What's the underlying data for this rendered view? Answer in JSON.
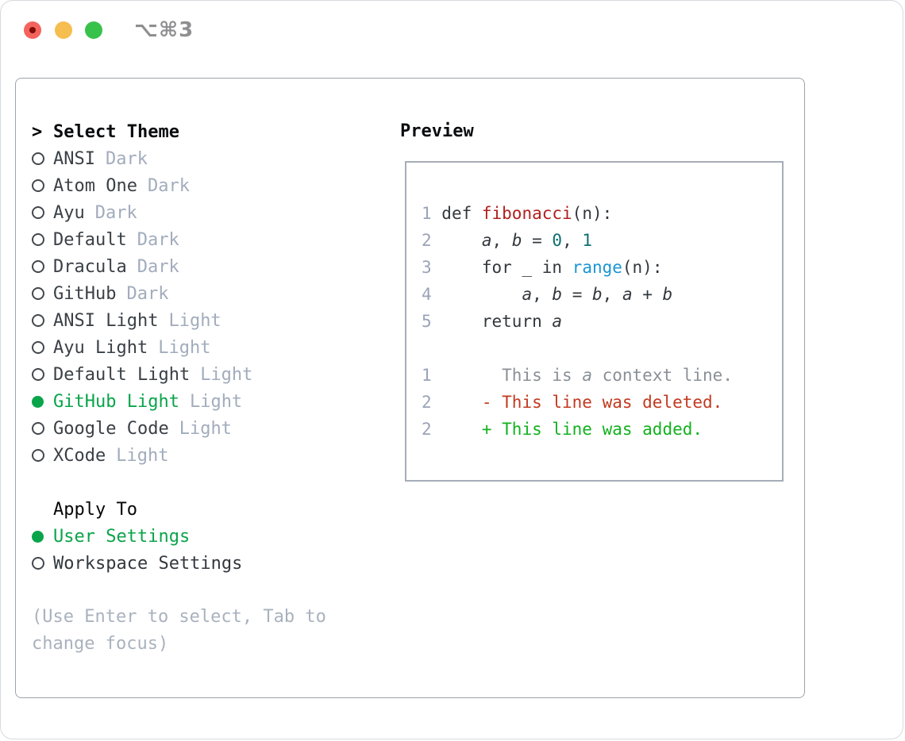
{
  "window": {
    "title": "⌥⌘3",
    "traffic_lights": [
      "close",
      "minimize",
      "zoom"
    ]
  },
  "left": {
    "header_marker": ">",
    "header_label": "Select Theme",
    "themes": [
      {
        "name": "ANSI",
        "tag": "Dark",
        "selected": false
      },
      {
        "name": "Atom One",
        "tag": "Dark",
        "selected": false
      },
      {
        "name": "Ayu",
        "tag": "Dark",
        "selected": false
      },
      {
        "name": "Default",
        "tag": "Dark",
        "selected": false
      },
      {
        "name": "Dracula",
        "tag": "Dark",
        "selected": false
      },
      {
        "name": "GitHub",
        "tag": "Dark",
        "selected": false
      },
      {
        "name": "ANSI Light",
        "tag": "Light",
        "selected": false
      },
      {
        "name": "Ayu Light",
        "tag": "Light",
        "selected": false
      },
      {
        "name": "Default Light",
        "tag": "Light",
        "selected": false
      },
      {
        "name": "GitHub Light",
        "tag": "Light",
        "selected": true
      },
      {
        "name": "Google Code",
        "tag": "Light",
        "selected": false
      },
      {
        "name": "XCode",
        "tag": "Light",
        "selected": false
      }
    ],
    "apply_label": "Apply To",
    "apply_options": [
      {
        "name": "User Settings",
        "selected": true
      },
      {
        "name": "Workspace Settings",
        "selected": false
      }
    ],
    "hint_lines": [
      "(Use Enter to select, Tab to",
      "change focus)"
    ]
  },
  "preview": {
    "label": "Preview",
    "code_lines": [
      [
        [
          "1 ",
          "num"
        ],
        [
          "def ",
          "plain"
        ],
        [
          "fibonacci",
          "fn"
        ],
        [
          "(n):",
          "plain"
        ]
      ],
      [
        [
          "2 ",
          "num"
        ],
        [
          "    ",
          "plain"
        ],
        [
          "a",
          "var"
        ],
        [
          ", ",
          "plain"
        ],
        [
          "b",
          "var"
        ],
        [
          " = ",
          "plain"
        ],
        [
          "0",
          "const"
        ],
        [
          ", ",
          "plain"
        ],
        [
          "1",
          "const"
        ]
      ],
      [
        [
          "3 ",
          "num"
        ],
        [
          "    for _ in ",
          "plain"
        ],
        [
          "range",
          "call"
        ],
        [
          "(n):",
          "plain"
        ]
      ],
      [
        [
          "4 ",
          "num"
        ],
        [
          "        ",
          "plain"
        ],
        [
          "a",
          "var"
        ],
        [
          ", ",
          "plain"
        ],
        [
          "b",
          "var"
        ],
        [
          " = ",
          "plain"
        ],
        [
          "b",
          "var"
        ],
        [
          ", ",
          "plain"
        ],
        [
          "a",
          "var"
        ],
        [
          " + ",
          "plain"
        ],
        [
          "b",
          "var"
        ]
      ],
      [
        [
          "5 ",
          "num"
        ],
        [
          "    return ",
          "plain"
        ],
        [
          "a",
          "var"
        ]
      ],
      [],
      [
        [
          "1",
          "num"
        ],
        [
          "       This is ",
          "ctx"
        ],
        [
          "a",
          "ctxvar"
        ],
        [
          " context line.",
          "ctx"
        ]
      ],
      [
        [
          "2",
          "num"
        ],
        [
          "     ",
          "plain"
        ],
        [
          "- This line was deleted.",
          "del"
        ]
      ],
      [
        [
          "2",
          "num"
        ],
        [
          "     ",
          "plain"
        ],
        [
          "+ This line was added.",
          "add"
        ]
      ]
    ]
  },
  "colors": {
    "accent_green": "#0aa44a",
    "diff_added_green": "#12b21e",
    "diff_deleted_red": "#c23a20",
    "context_gray": "#8a9097",
    "function_red": "#b0201e",
    "constant_teal": "#0e6f70",
    "call_blue": "#1b95d3",
    "line_number_gray": "#9aa3b8",
    "muted_tag_gray": "#a2acbc",
    "traffic_red": "#f4635c",
    "traffic_yellow": "#f6bd4f",
    "traffic_green": "#38c24c"
  }
}
